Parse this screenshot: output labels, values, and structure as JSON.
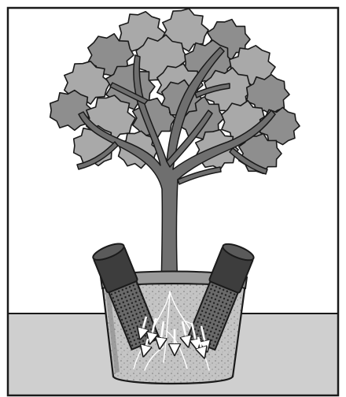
{
  "figure": {
    "caption": "",
    "elements": {
      "frame": "outer-frame",
      "ground": "ground-band",
      "tree": "tree-illustration",
      "pot": "plant-pot",
      "left_tube": "left-watering-tube",
      "right_tube": "right-watering-tube",
      "arrows": "water-flow-arrows",
      "roots": "root-system"
    },
    "colors": {
      "background": "#ffffff",
      "ground": "#cfcfcf",
      "outline": "#1a1a1a",
      "foliage_light": "#a9a9a9",
      "foliage_mid": "#8e8e8e",
      "trunk": "#707070",
      "soil": "#bdbdbd",
      "tube_dark": "#3a3a3a",
      "tube_mesh": "#555555"
    },
    "water_arrow_count": 9
  }
}
